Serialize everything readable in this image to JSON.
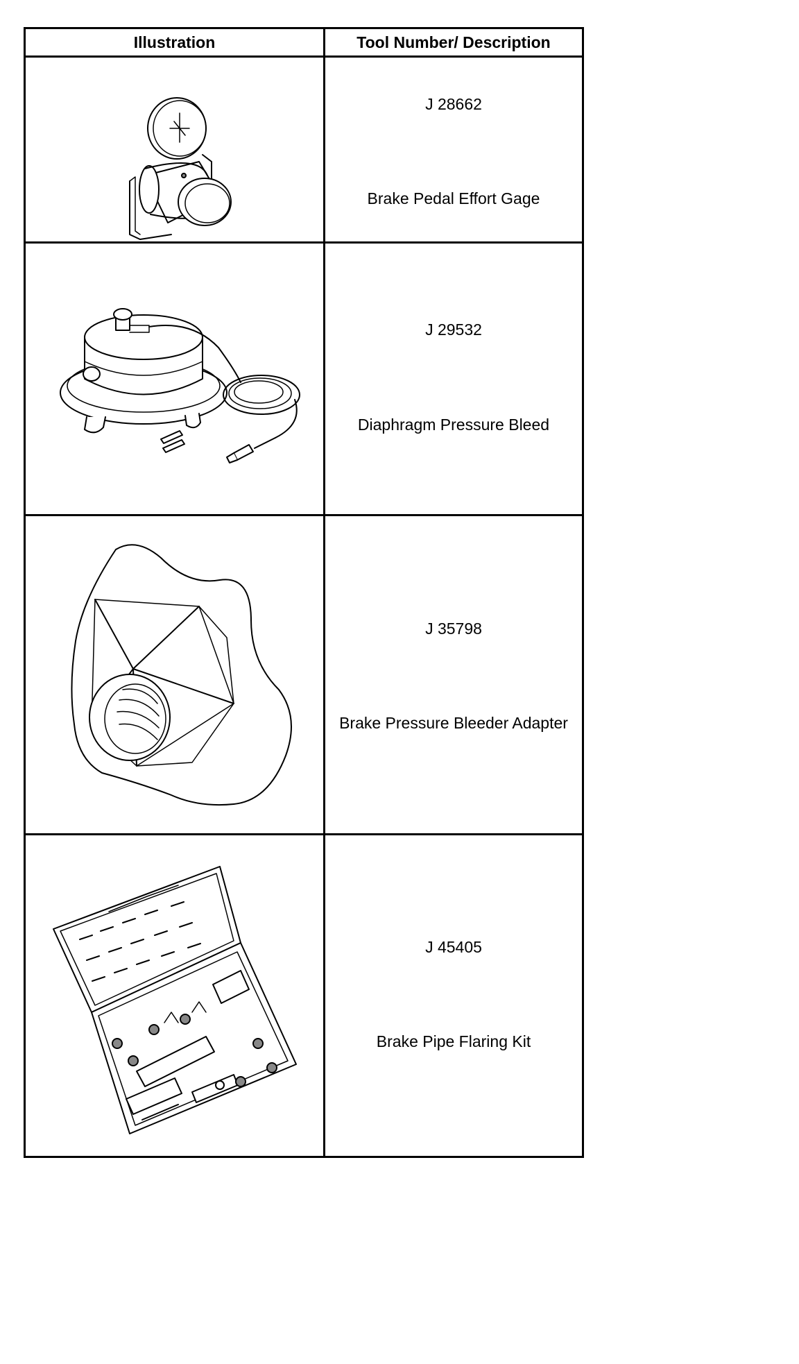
{
  "table": {
    "header": {
      "illustration": "Illustration",
      "tool_desc": "Tool Number/ Description"
    },
    "rows": [
      {
        "tool_number": "J 28662",
        "description": "Brake Pedal Effort Gage",
        "icon": "pressure-gauge-icon"
      },
      {
        "tool_number": "J 29532",
        "description": "Diaphragm Pressure Bleed",
        "icon": "pressure-bleeder-icon"
      },
      {
        "tool_number": "J 35798",
        "description": "Brake Pressure Bleeder Adapter",
        "icon": "bleeder-adapter-icon"
      },
      {
        "tool_number": "J 45405",
        "description": "Brake Pipe Flaring Kit",
        "icon": "flaring-kit-case-icon"
      }
    ]
  }
}
